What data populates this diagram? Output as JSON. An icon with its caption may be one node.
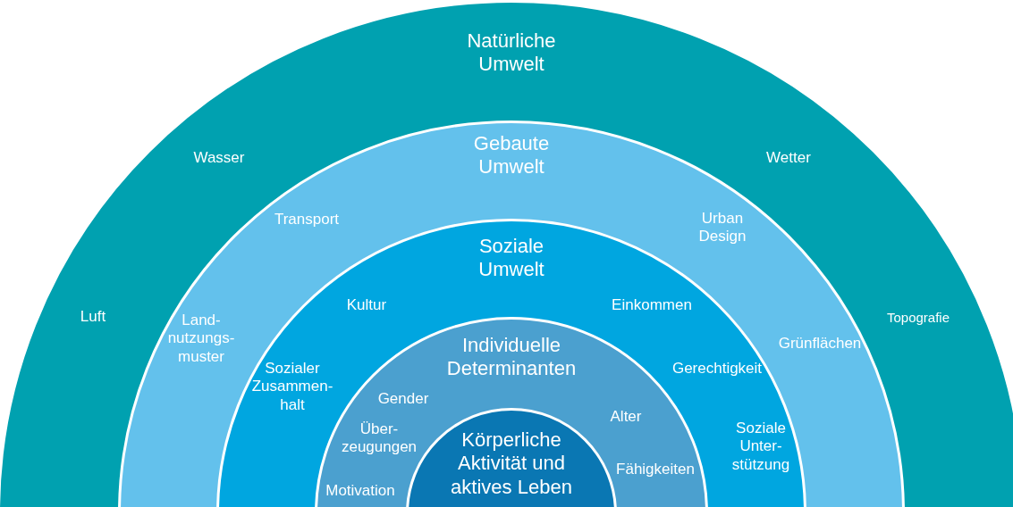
{
  "diagram": {
    "nodes": [
      {
        "text": [
          "Natürliche Umwelt",
          "Wasser",
          "Wetter",
          "Luft",
          "Topografie"
        ]
      },
      {
        "text": [
          "Gebaute Umwelt",
          "Transport",
          "Urban Design",
          "Land- nutzungs- muster",
          "Grünflächen"
        ],
        "in": 0
      },
      {
        "text": [
          "Soziale Umwelt",
          "Kultur",
          "Einkommen",
          "Sozialer Zusammen- halt",
          "Gerechtigkeit",
          "Soziale Unter- stützung"
        ],
        "in": 1
      },
      {
        "text": [
          "Individuelle Determinanten",
          "Gender",
          "Alter",
          "Über- zeugungen",
          "Fähigkeiten",
          "Motivation"
        ],
        "in": 2
      },
      {
        "text": [
          "Körperliche Aktivität und aktives Leben"
        ],
        "in": 3
      }
    ]
  }
}
